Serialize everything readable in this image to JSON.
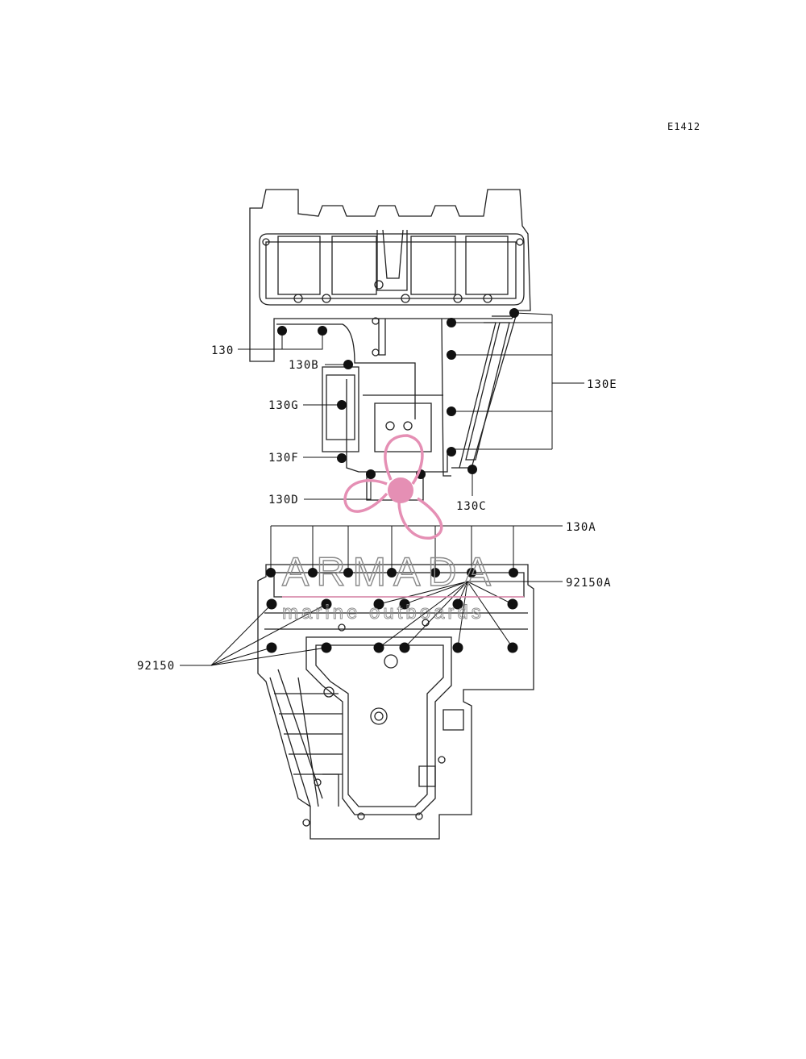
{
  "diagram": {
    "code": "E1412",
    "callouts": {
      "c130": "130",
      "c130B": "130B",
      "c130G": "130G",
      "c130F": "130F",
      "c130D": "130D",
      "c130C": "130C",
      "c130E": "130E",
      "c130A": "130A",
      "c92150A": "92150A",
      "c92150": "92150"
    }
  },
  "watermark": {
    "brand": "ARMADA",
    "tagline": "marine outboards",
    "logo_icon": "propeller-icon",
    "accent_color": "#e58fb4"
  }
}
